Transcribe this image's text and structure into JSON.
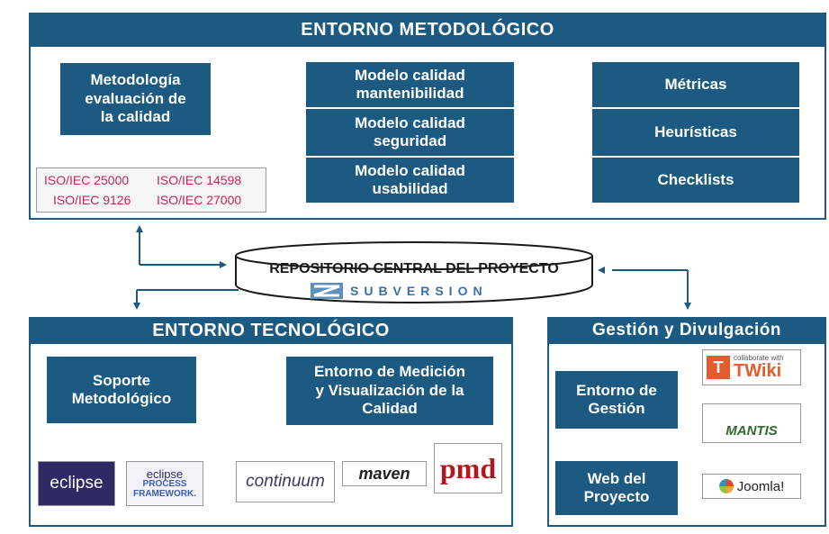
{
  "metodologico": {
    "title": "ENTORNO METODOLÓGICO",
    "metodologia": [
      "Metodología",
      "evaluación de",
      "la calidad"
    ],
    "iso": [
      "ISO/IEC 25000",
      "ISO/IEC 14598",
      "ISO/IEC 9126",
      "ISO/IEC 27000"
    ],
    "modelos": [
      [
        "Modelo calidad",
        "mantenibilidad"
      ],
      [
        "Modelo calidad",
        "seguridad"
      ],
      [
        "Modelo calidad",
        "usabilidad"
      ]
    ],
    "herramientas": [
      "Métricas",
      "Heurísticas",
      "Checklists"
    ]
  },
  "repositorio": {
    "label": "REPOSITORIO CENTRAL DEL PROYECTO",
    "svn": "SUBVERSION"
  },
  "tecnologico": {
    "title": "ENTORNO TECNOLÓGICO",
    "soporte": [
      "Soporte",
      "Metodológico"
    ],
    "medicion": [
      "Entorno de Medición",
      "y Visualización de la",
      "Calidad"
    ],
    "logos": {
      "eclipse": "eclipse",
      "epf_1": "eclipse",
      "epf_2": "PROCESS",
      "epf_3": "FRAMEWORK.",
      "continuum": "continuum",
      "maven": "maven",
      "pmd": "pmd"
    }
  },
  "gestion": {
    "title": "Gestión y Divulgación",
    "entorno": [
      "Entorno de",
      "Gestión"
    ],
    "web": [
      "Web del",
      "Proyecto"
    ],
    "logos": {
      "twiki_tag": "collaborate with",
      "twiki": "TWiki",
      "mantis": "MANTIS",
      "joomla": "Joomla!"
    }
  },
  "colors": {
    "primary": "#1c5a82",
    "iso_text": "#c8245a"
  }
}
